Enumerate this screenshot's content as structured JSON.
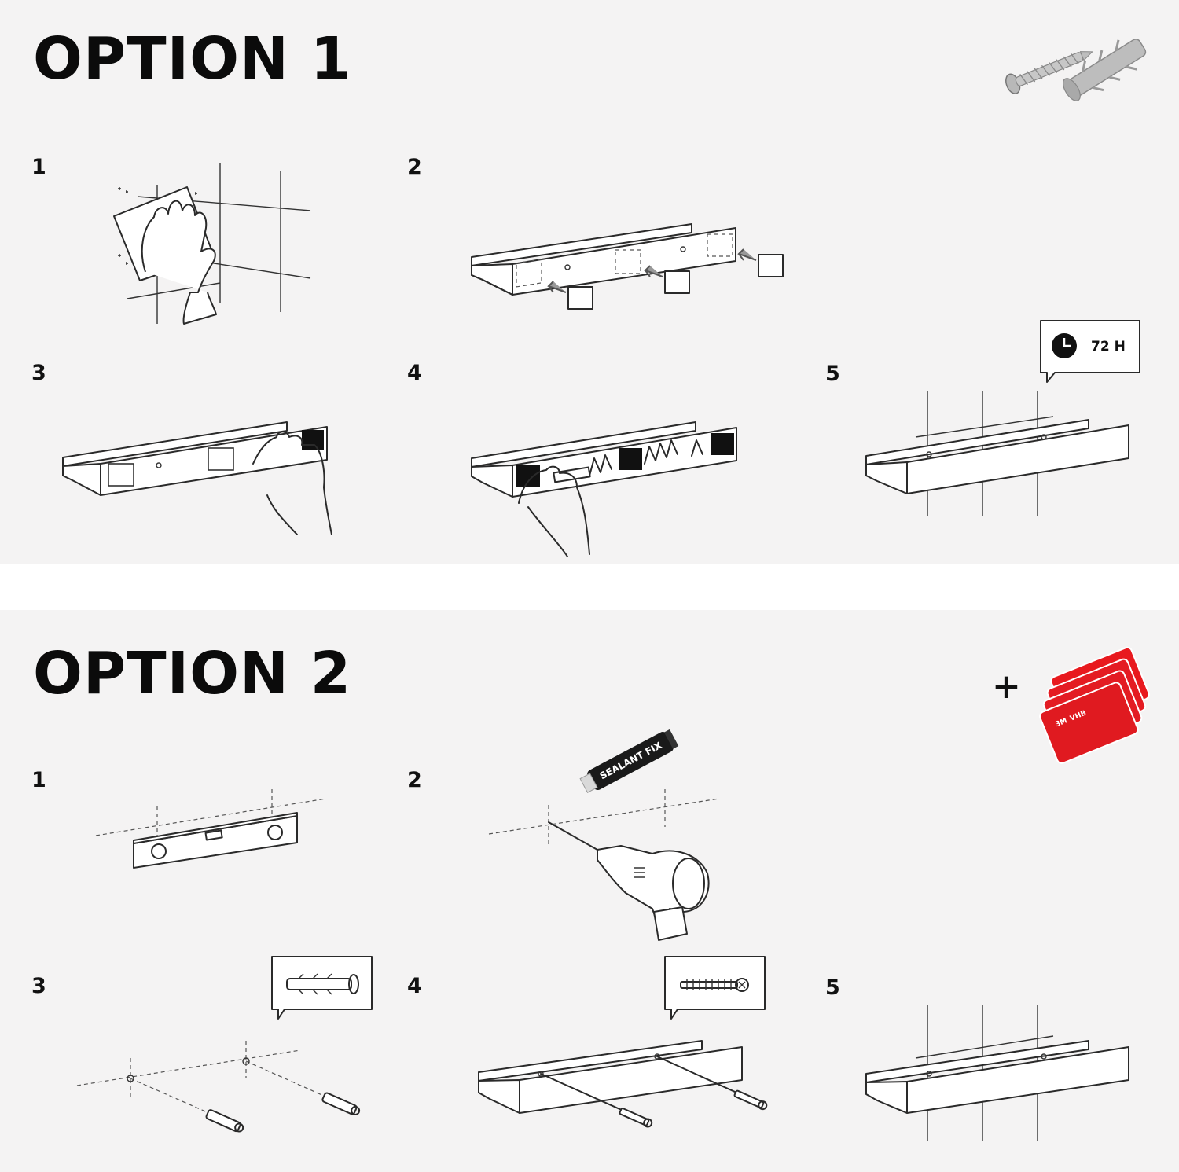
{
  "option1": {
    "title": "OPTION 1",
    "steps": [
      "1",
      "2",
      "3",
      "4",
      "5"
    ],
    "wait_time": "72 H"
  },
  "option2": {
    "title": "OPTION 2",
    "steps": [
      "1",
      "2",
      "3",
      "4",
      "5"
    ],
    "plus": "+",
    "sealant_label": "SEALANT FIX",
    "tape_brand": "3M",
    "tape_label": "VHB"
  },
  "icons": [
    "screw-and-anchor-icon",
    "clock-icon",
    "sealant-tube-icon",
    "adhesive-tape-pads-icon",
    "level-icon",
    "drill-icon",
    "wall-anchor-icon",
    "screw-icon",
    "hand-icon"
  ]
}
